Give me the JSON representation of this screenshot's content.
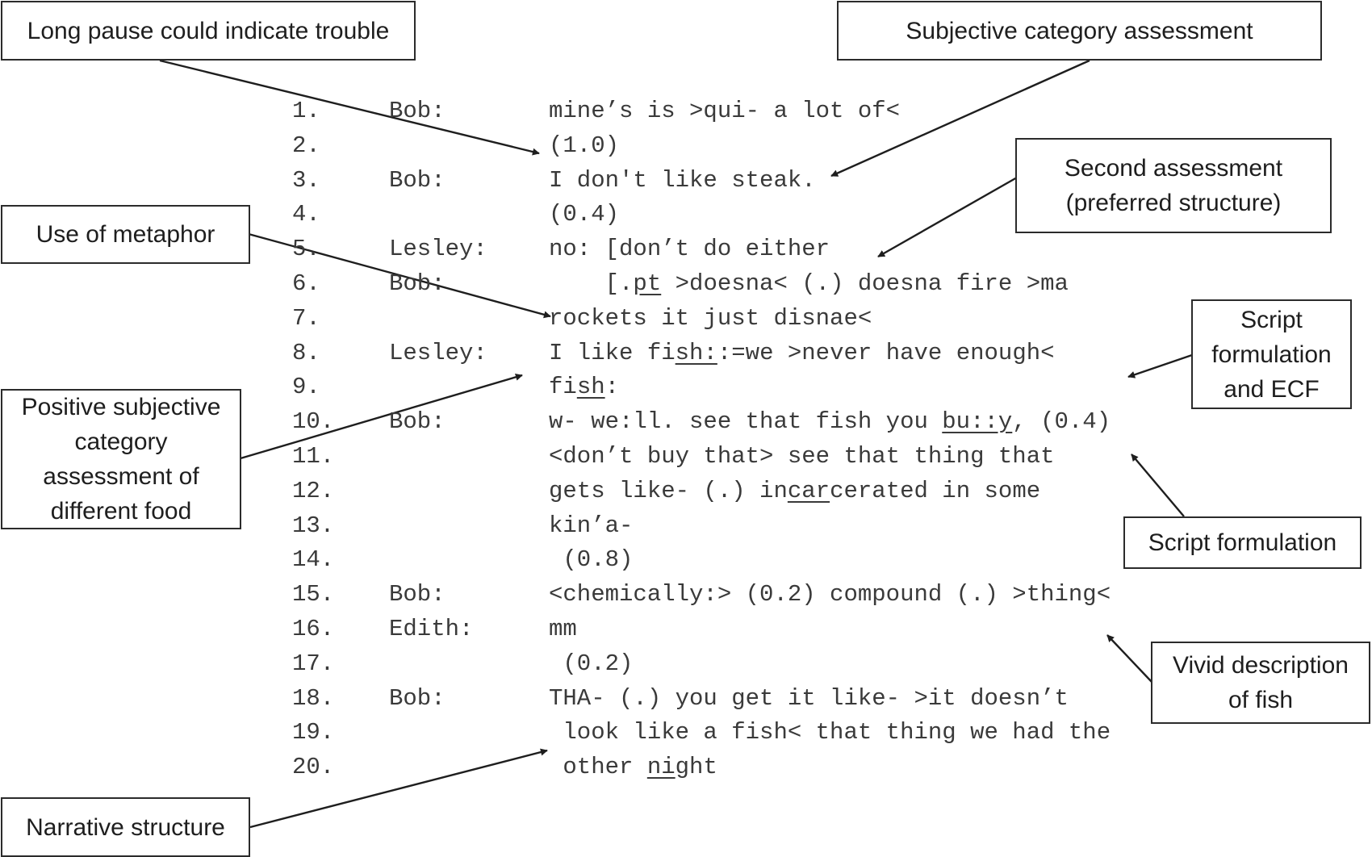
{
  "annotations": {
    "long_pause": "Long pause could indicate trouble",
    "subjective_category": "Subjective category assessment",
    "second_assessment": "Second assessment\n(preferred structure)",
    "metaphor": "Use of metaphor",
    "script_ecf": "Script\nformulation\nand ECF",
    "positive_subjective": "Positive subjective\ncategory\nassessment of\ndifferent food",
    "script_formulation": "Script formulation",
    "vivid_description": "Vivid description\nof fish",
    "narrative": "Narrative structure"
  },
  "transcript": [
    {
      "num": "1.",
      "speaker": "Bob:",
      "segments": [
        {
          "t": "mine’s is >qui- a lot of<"
        }
      ]
    },
    {
      "num": "2.",
      "speaker": "",
      "segments": [
        {
          "t": "(1.0)"
        }
      ]
    },
    {
      "num": "3.",
      "speaker": "Bob:",
      "segments": [
        {
          "t": "I don't like steak."
        }
      ]
    },
    {
      "num": "4.",
      "speaker": "",
      "segments": [
        {
          "t": "(0.4)"
        }
      ]
    },
    {
      "num": "5.",
      "speaker": "Lesley:",
      "segments": [
        {
          "t": "no: [don’t do either"
        }
      ]
    },
    {
      "num": "6.",
      "speaker": "Bob:",
      "segments": [
        {
          "t": "    [."
        },
        {
          "t": "pt",
          "u": true
        },
        {
          "t": " >doesna< (.) doesna fire >ma"
        }
      ]
    },
    {
      "num": "7.",
      "speaker": "",
      "segments": [
        {
          "t": "rockets it just disnae<"
        }
      ]
    },
    {
      "num": "8.",
      "speaker": "Lesley:",
      "segments": [
        {
          "t": "I like fi"
        },
        {
          "t": "sh:",
          "u": true
        },
        {
          "t": ":=we >never have enough<"
        }
      ]
    },
    {
      "num": "9.",
      "speaker": "",
      "segments": [
        {
          "t": "fi"
        },
        {
          "t": "sh",
          "u": true
        },
        {
          "t": ":"
        }
      ]
    },
    {
      "num": "10.",
      "speaker": "Bob:",
      "segments": [
        {
          "t": "w- we:ll. see that fish you "
        },
        {
          "t": "bu::y",
          "u": true
        },
        {
          "t": ", (0.4)"
        }
      ]
    },
    {
      "num": "11.",
      "speaker": "",
      "segments": [
        {
          "t": "<don’t buy that> see that thing that"
        }
      ]
    },
    {
      "num": "12.",
      "speaker": "",
      "segments": [
        {
          "t": "gets like- (.) in"
        },
        {
          "t": "car",
          "u": true
        },
        {
          "t": "cerated in some"
        }
      ]
    },
    {
      "num": "13.",
      "speaker": "",
      "segments": [
        {
          "t": "kin’a-"
        }
      ]
    },
    {
      "num": "14.",
      "speaker": "",
      "segments": [
        {
          "t": " (0.8)"
        }
      ]
    },
    {
      "num": "15.",
      "speaker": "Bob:",
      "segments": [
        {
          "t": "<chemically:> (0.2) compound (.) >thing<"
        }
      ]
    },
    {
      "num": "16.",
      "speaker": "Edith:",
      "segments": [
        {
          "t": "mm"
        }
      ]
    },
    {
      "num": "17.",
      "speaker": "",
      "segments": [
        {
          "t": " (0.2)"
        }
      ]
    },
    {
      "num": "18.",
      "speaker": "Bob:",
      "segments": [
        {
          "t": "THA- (.) you get it like- >it doesn’t"
        }
      ]
    },
    {
      "num": "19.",
      "speaker": "",
      "segments": [
        {
          "t": " look like a fish< that thing we had the"
        }
      ]
    },
    {
      "num": "20.",
      "speaker": "",
      "segments": [
        {
          "t": " other "
        },
        {
          "t": "ni",
          "u": true
        },
        {
          "t": "ght"
        }
      ]
    }
  ],
  "colors": {
    "ink": "#2b2b2b",
    "transcript_text": "#3a3a3a",
    "background": "#ffffff"
  }
}
